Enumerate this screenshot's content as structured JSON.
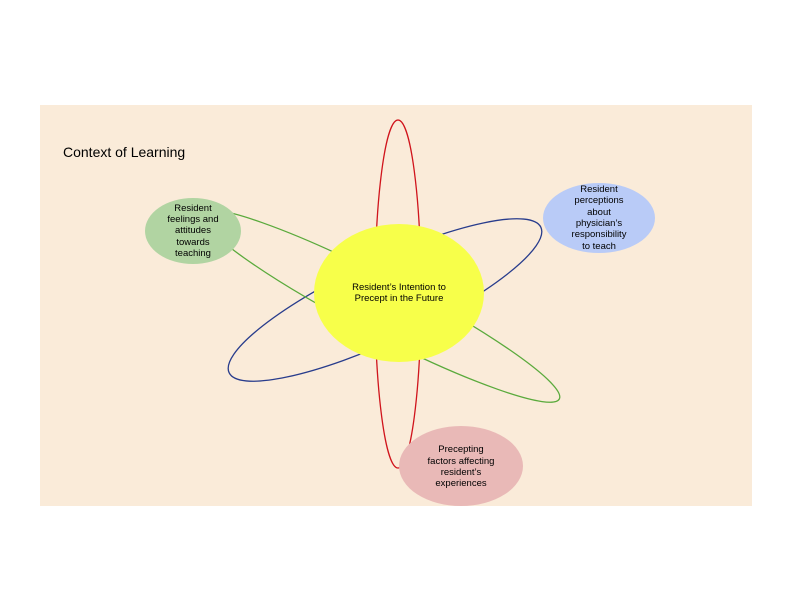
{
  "title": "Context of Learning",
  "nodes": {
    "center": {
      "label": "Resident’s Intention to\nPrecept in the Future",
      "color": "#f7ff4a"
    },
    "feelings": {
      "label": "Resident\nfeelings and\nattitudes\ntowards\nteaching",
      "color": "#b1d4a2"
    },
    "perceptions": {
      "label": "Resident\nperceptions\nabout\nphysician’s\nresponsibility\nto teach",
      "color": "#b9cbf7"
    },
    "precepting": {
      "label": "Precepting\nfactors affecting\nresident’s\nexperiences",
      "color": "#e9b9b7"
    }
  },
  "orbits": {
    "red": "#d0141c",
    "blue": "#283c8c",
    "green": "#5aaa3c"
  },
  "background": "#faebd9"
}
